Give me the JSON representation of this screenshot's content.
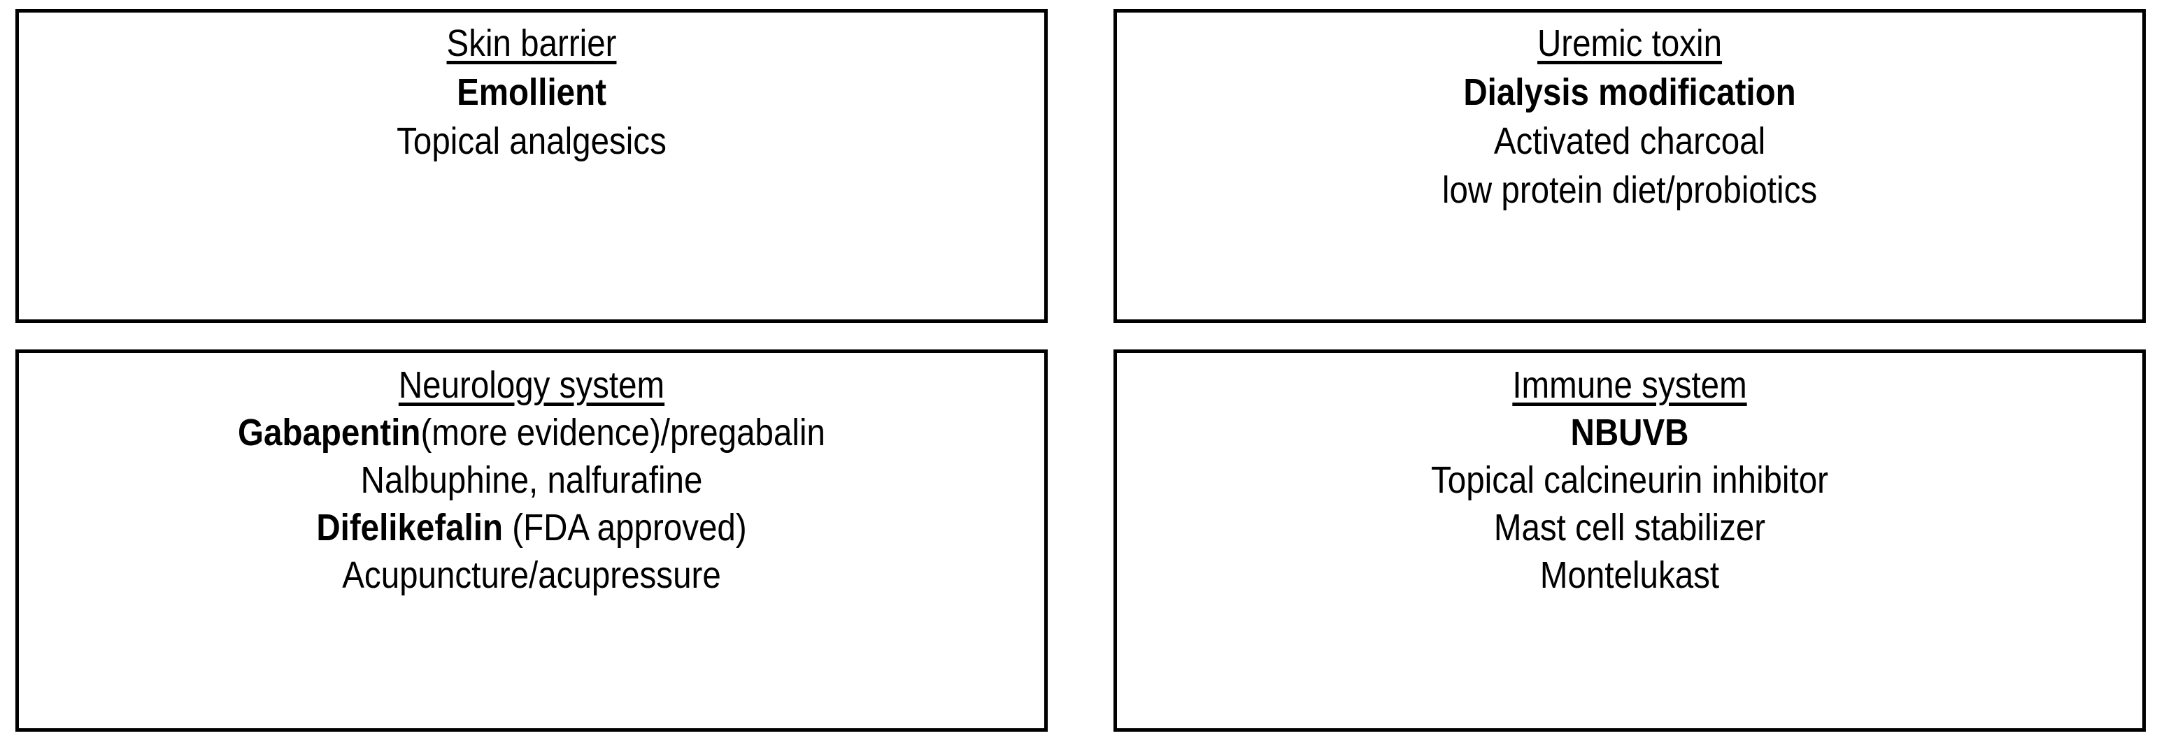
{
  "figure": {
    "type": "four-quadrant-text-diagram",
    "layout": "2x2 grid of bordered boxes",
    "background_color": "#ffffff",
    "border_color": "#000000",
    "text_color": "#000000"
  },
  "panels": [
    {
      "id": "skin-barrier",
      "position": "top-left",
      "title": "Skin barrier",
      "title_style": "underline",
      "lines": [
        {
          "text": "Emollient",
          "weight": "bold"
        },
        {
          "text": "Topical analgesics",
          "weight": "regular"
        }
      ]
    },
    {
      "id": "uremic-toxin",
      "position": "top-right",
      "title": "Uremic toxin",
      "title_style": "underline",
      "lines": [
        {
          "text": "Dialysis modification",
          "weight": "bold"
        },
        {
          "text": "Activated charcoal",
          "weight": "regular"
        },
        {
          "text": "low protein diet/probiotics",
          "weight": "regular"
        }
      ]
    },
    {
      "id": "neurology-system",
      "position": "bottom-left",
      "title": "Neurology system",
      "title_style": "underline",
      "lines": [
        {
          "bold_prefix": "Gabapentin",
          "text": "(more evidence)/pregabalin",
          "weight": "mixed"
        },
        {
          "text": "Nalbuphine, nalfurafine",
          "weight": "regular"
        },
        {
          "bold_prefix": "Difelikefalin",
          "text": " (FDA approved)",
          "weight": "mixed"
        },
        {
          "text": "Acupuncture/acupressure",
          "weight": "regular"
        }
      ]
    },
    {
      "id": "immune-system",
      "position": "bottom-right",
      "title": "Immune system",
      "title_style": "underline",
      "lines": [
        {
          "text": "NBUVB",
          "weight": "bold"
        },
        {
          "text": "Topical calcineurin inhibitor",
          "weight": "regular"
        },
        {
          "text": "Mast cell stabilizer",
          "weight": "regular"
        },
        {
          "text": "Montelukast",
          "weight": "regular"
        }
      ]
    }
  ]
}
